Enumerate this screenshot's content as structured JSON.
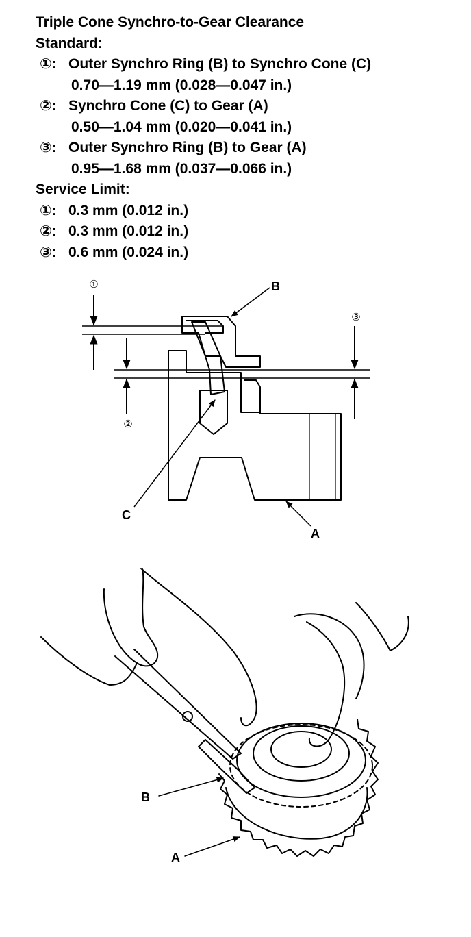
{
  "spec": {
    "title": "Triple Cone Synchro-to-Gear Clearance",
    "standard_heading": "Standard:",
    "standard": [
      {
        "num": "①:",
        "text": "Outer Synchro Ring (B) to Synchro Cone (C)",
        "value": "0.70—1.19 mm (0.028—0.047 in.)"
      },
      {
        "num": "②:",
        "text": "Synchro Cone (C) to Gear (A)",
        "value": "0.50—1.04 mm (0.020—0.041 in.)"
      },
      {
        "num": "③:",
        "text": "Outer Synchro Ring (B) to Gear (A)",
        "value": "0.95—1.68 mm (0.037—0.066 in.)"
      }
    ],
    "limit_heading": "Service Limit:",
    "limits": [
      {
        "num": "①:",
        "value": "0.3 mm (0.012 in.)"
      },
      {
        "num": "②:",
        "value": "0.3 mm (0.012 in.)"
      },
      {
        "num": "③:",
        "value": "0.6 mm (0.024 in.)"
      }
    ]
  },
  "diagram1": {
    "markers": [
      "①",
      "②",
      "③"
    ],
    "labels": {
      "ring": "B",
      "cone": "C",
      "gear": "A"
    }
  },
  "diagram2": {
    "labels": {
      "ring": "B",
      "gear": "A"
    }
  }
}
